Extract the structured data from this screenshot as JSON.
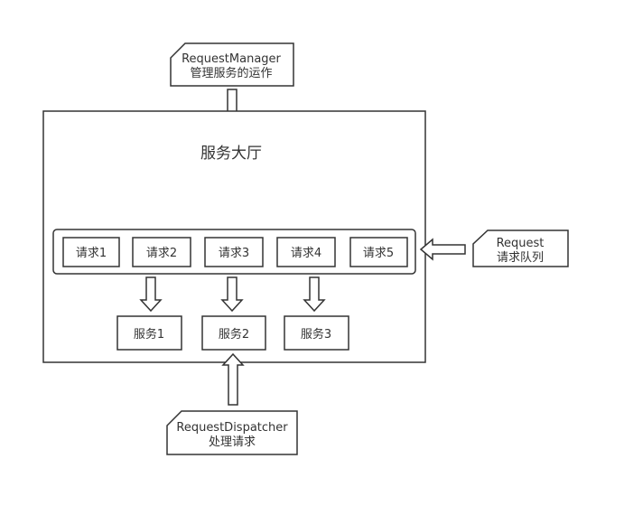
{
  "manager": {
    "line1": "RequestManager",
    "line2": "管理服务的运作"
  },
  "hall": {
    "title": "服务大厅"
  },
  "queue": {
    "items": [
      {
        "label": "请求1"
      },
      {
        "label": "请求2"
      },
      {
        "label": "请求3"
      },
      {
        "label": "请求4"
      },
      {
        "label": "请求5"
      }
    ]
  },
  "services": [
    {
      "label": "服务1"
    },
    {
      "label": "服务2"
    },
    {
      "label": "服务3"
    }
  ],
  "request_note": {
    "line1": "Request",
    "line2": "请求队列"
  },
  "dispatcher": {
    "line1": "RequestDispatcher",
    "line2": "处理请求"
  }
}
